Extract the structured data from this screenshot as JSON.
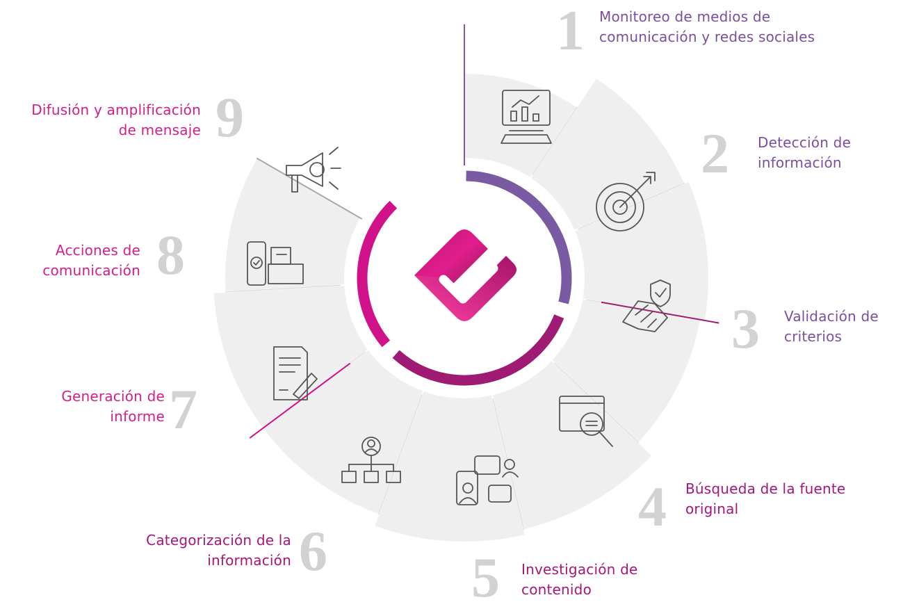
{
  "steps": [
    {
      "number": "1",
      "line1": "Monitoreo de medios de",
      "line2": "comunicación y redes sociales",
      "icon": "monitor-chart-icon",
      "color": "#7a4fa0"
    },
    {
      "number": "2",
      "line1": "Detección de",
      "line2": "información",
      "icon": "target-arrow-icon",
      "color": "#7a4fa0"
    },
    {
      "number": "3",
      "line1": "Validación de",
      "line2": "criterios",
      "icon": "handshake-shield-icon",
      "color": "#7a4fa0"
    },
    {
      "number": "4",
      "line1": "Búsqueda de la fuente",
      "line2": "original",
      "icon": "document-search-icon",
      "color": "#a5167a"
    },
    {
      "number": "5",
      "line1": "Investigación de",
      "line2": "contenido",
      "icon": "chat-people-icon",
      "color": "#a5167a"
    },
    {
      "number": "6",
      "line1": "Categorización de la",
      "line2": "información",
      "icon": "org-chart-icon",
      "color": "#a5167a"
    },
    {
      "number": "7",
      "line1": "Generación de",
      "line2": "informe",
      "icon": "document-pen-icon",
      "color": "#d01f8a"
    },
    {
      "number": "8",
      "line1": "Acciones de",
      "line2": "comunicación",
      "icon": "phone-printer-icon",
      "color": "#d01f8a"
    },
    {
      "number": "9",
      "line1": "Difusión y amplificación",
      "line2": "de mensaje",
      "icon": "megaphone-icon",
      "color": "#d01f8a"
    }
  ],
  "center_logo": "check-logo-icon",
  "colors": {
    "purple": "#7a5aa3",
    "magenta": "#9e1a73",
    "pink": "#d0118a",
    "segment_fill": "#efefef",
    "number_gray": "#d2d2d2"
  }
}
